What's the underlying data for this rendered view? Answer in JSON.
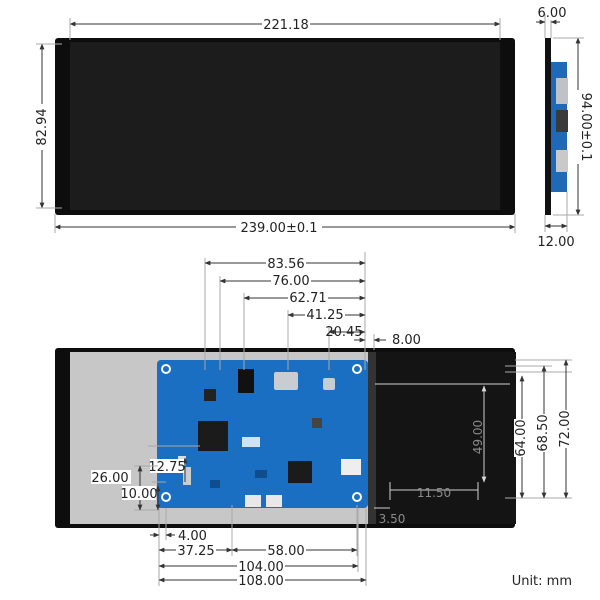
{
  "front_view": {
    "width_active": "221.18",
    "width_total": "239.00±0.1",
    "height_active": "82.94"
  },
  "side_view": {
    "thickness_top": "6.00",
    "height_total": "94.00±0.1",
    "thickness_bottom": "12.00"
  },
  "back_view": {
    "top_dims": [
      "83.56",
      "76.00",
      "62.71",
      "41.25",
      "20.45",
      "8.00"
    ],
    "right_dims": [
      "64.00",
      "68.50",
      "72.00"
    ],
    "fpc_height": "49.00",
    "fpc_width": "11.50",
    "fpc_offset": "3.50",
    "left_dims": [
      "12.75",
      "26.00",
      "10.00"
    ],
    "bottom_dims": [
      "4.00",
      "37.25",
      "58.00",
      "104.00",
      "108.00"
    ]
  },
  "unit_label": "Unit: mm",
  "colors": {
    "screen": "#1a1a1a",
    "bezel": "#0d0d0d",
    "pcb": "#1a6fc2",
    "fpc": "#151515",
    "back_panel": "#c8c8c8"
  },
  "icons": [
    "arrow-icon"
  ]
}
